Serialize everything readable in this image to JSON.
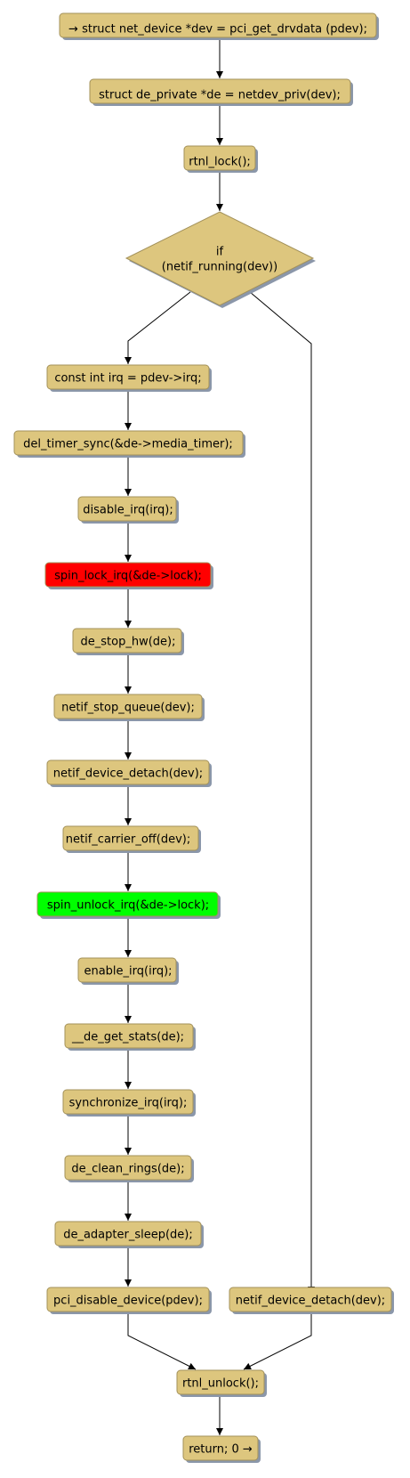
{
  "colors": {
    "node_fill": "#ddc67e",
    "node_stroke": "#a3915a",
    "shadow": "#8b97aa",
    "edge": "#000000",
    "lock": "#ff0000",
    "unlock": "#00ff00"
  },
  "nodes": [
    {
      "id": "n1",
      "label": "→ struct net_device *dev = pci_get_drvdata (pdev);"
    },
    {
      "id": "n2",
      "label": "struct de_private *de = netdev_priv(dev);"
    },
    {
      "id": "n3",
      "label": "rtnl_lock();"
    },
    {
      "id": "cond",
      "label_line1": "if",
      "label_line2": "(netif_running(dev))"
    },
    {
      "id": "n4",
      "label": "const int irq = pdev->irq;"
    },
    {
      "id": "n5",
      "label": "del_timer_sync(&de->media_timer);"
    },
    {
      "id": "n6",
      "label": "disable_irq(irq);"
    },
    {
      "id": "n7",
      "label": "spin_lock_irq(&de->lock);"
    },
    {
      "id": "n8",
      "label": "de_stop_hw(de);"
    },
    {
      "id": "n9",
      "label": "netif_stop_queue(dev);"
    },
    {
      "id": "n10",
      "label": "netif_device_detach(dev);"
    },
    {
      "id": "n11",
      "label": "netif_carrier_off(dev);"
    },
    {
      "id": "n12",
      "label": "spin_unlock_irq(&de->lock);"
    },
    {
      "id": "n13",
      "label": "enable_irq(irq);"
    },
    {
      "id": "n14",
      "label": "__de_get_stats(de);"
    },
    {
      "id": "n15",
      "label": "synchronize_irq(irq);"
    },
    {
      "id": "n16",
      "label": "de_clean_rings(de);"
    },
    {
      "id": "n17",
      "label": "de_adapter_sleep(de);"
    },
    {
      "id": "n18",
      "label": "pci_disable_device(pdev);"
    },
    {
      "id": "n19",
      "label": "netif_device_detach(dev);"
    },
    {
      "id": "n20",
      "label": "rtnl_unlock();"
    },
    {
      "id": "n21",
      "label": "return; 0 →"
    }
  ]
}
